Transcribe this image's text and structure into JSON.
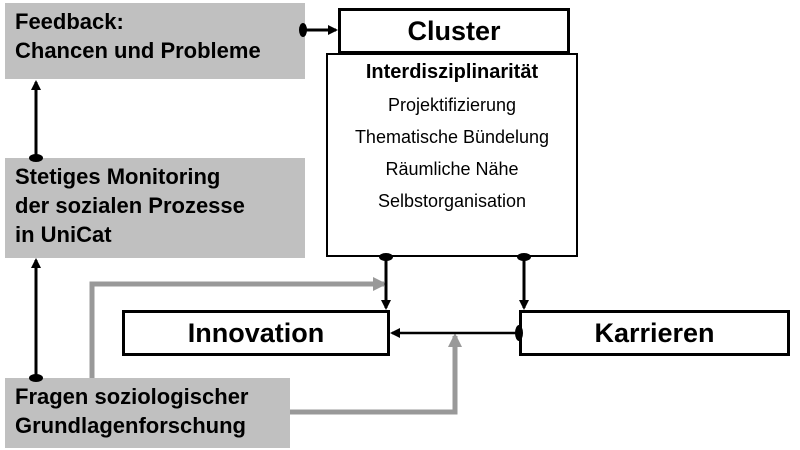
{
  "feedback": {
    "lines": [
      "Feedback:",
      "Chancen und Probleme"
    ]
  },
  "monitoring": {
    "lines": [
      "Stetiges Monitoring",
      "der sozialen Prozesse",
      "in UniCat"
    ]
  },
  "fragen": {
    "lines": [
      "Fragen soziologischer",
      "Grundlagenforschung"
    ]
  },
  "cluster": {
    "title": "Cluster"
  },
  "main": {
    "title": "Interdisziplinarität",
    "items": [
      "Projektifizierung",
      "Thematische Bündelung",
      "Räumliche Nähe",
      "Selbstorganisation"
    ]
  },
  "innovation": {
    "label": "Innovation"
  },
  "karrieren": {
    "label": "Karrieren"
  },
  "colors": {
    "grey_box": "#c0c0c0",
    "grey_arrow": "#999999",
    "black": "#000000"
  }
}
